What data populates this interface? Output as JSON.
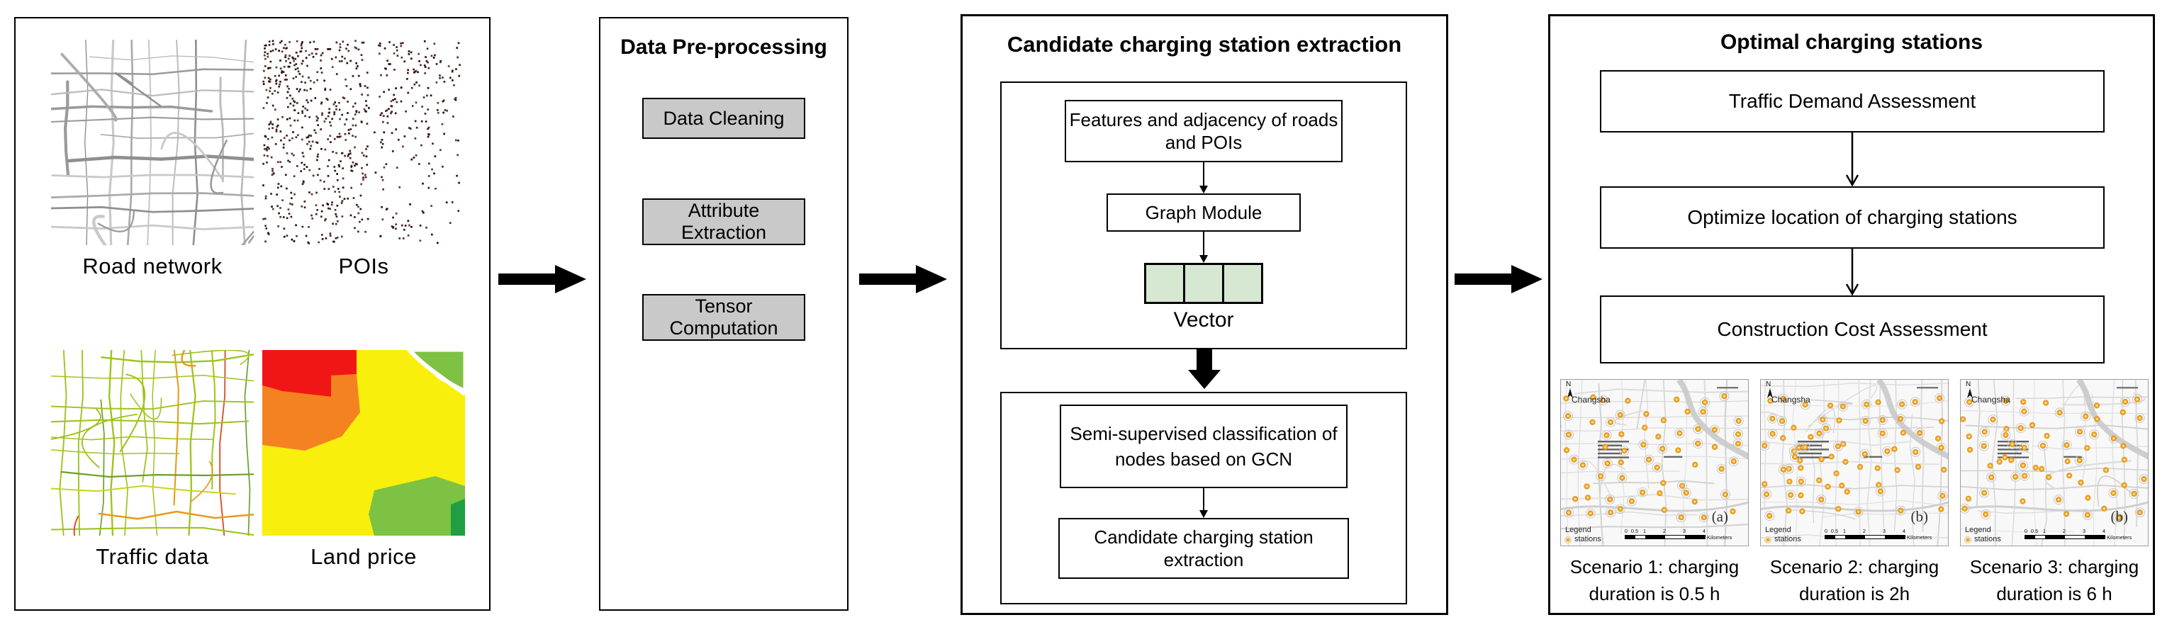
{
  "panels": {
    "inputs": {
      "items": [
        {
          "label": "Road network"
        },
        {
          "label": "POIs"
        },
        {
          "label": "Traffic data"
        },
        {
          "label": "Land price"
        }
      ]
    },
    "preprocessing": {
      "title": "Data Pre-processing",
      "steps": [
        "Data Cleaning",
        "Attribute Extraction",
        "Tensor Computation"
      ]
    },
    "candidate": {
      "title": "Candidate charging station extraction",
      "features_box": "Features and adjacency of roads and POIs",
      "graph_box": "Graph Module",
      "vector_label": "Vector",
      "gcn_box": "Semi-supervised classification of nodes based on GCN",
      "extract_box": "Candidate charging station extraction"
    },
    "optimal": {
      "title": "Optimal charging stations",
      "steps": [
        "Traffic Demand Assessment",
        "Optimize location of charging stations",
        "Construction Cost Assessment"
      ],
      "maps": [
        {
          "city": "Changsha",
          "sublabel": "(a)",
          "caption": "Scenario 1: charging duration is 0.5 h"
        },
        {
          "city": "Changsha",
          "sublabel": "(b)",
          "caption": "Scenario 2: charging duration is 2h"
        },
        {
          "city": "Changsha",
          "sublabel": "(b)",
          "caption": "Scenario 3: charging duration is 6 h"
        }
      ],
      "map_legend": {
        "north": "N",
        "title": "Legend",
        "item": "stations",
        "ticks": [
          "0",
          "0.5",
          "1",
          "2",
          "3",
          "4"
        ],
        "unit": "Kilometers"
      }
    }
  },
  "colors": {
    "step_box_fill": "#c9c9c9",
    "vector_cell_fill": "#d6e8d2",
    "station_orange": "#f2a51f",
    "poi_dot": "#2b0707",
    "road_gray": "#b0b0b0",
    "traffic_green": "#9ec41c",
    "land_red": "#f11616",
    "land_orange": "#f58220",
    "land_yellow": "#f8ef0d",
    "land_green": "#7dc242",
    "land_dark_green": "#1f9e43",
    "arrow_black": "#000000"
  }
}
